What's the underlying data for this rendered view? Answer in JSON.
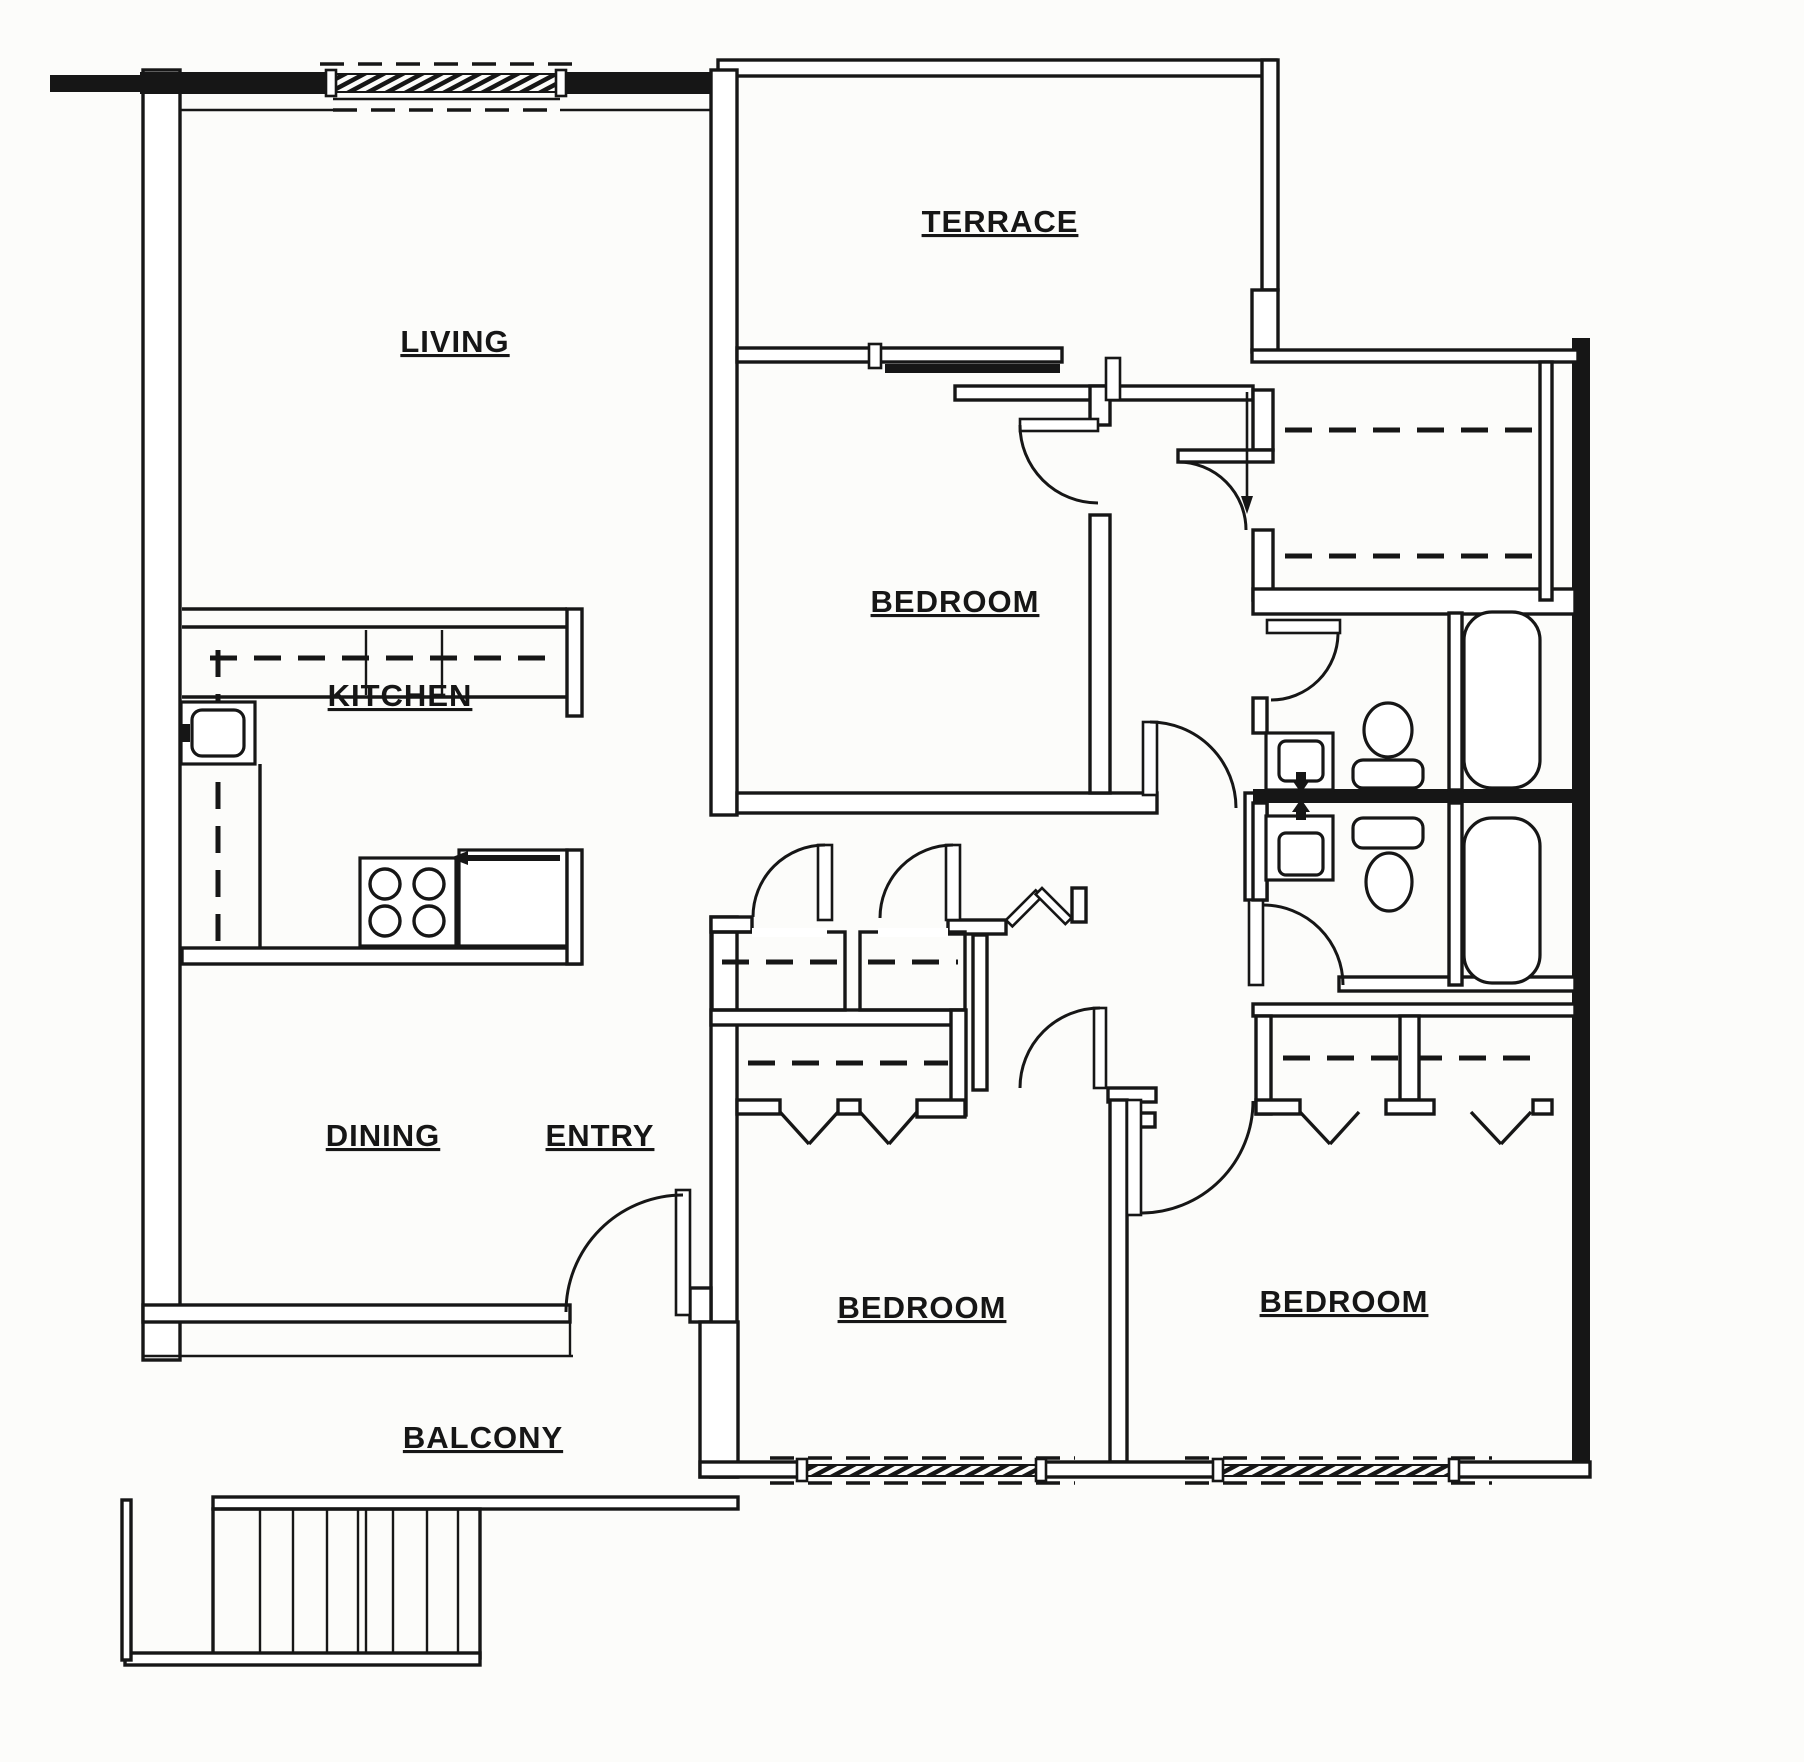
{
  "document": {
    "type": "architectural floor plan",
    "style": "black-and-white scanned line drawing of an apartment unit"
  },
  "colors": {
    "ink": "#161616",
    "paper": "#fcfcfa"
  },
  "rooms": {
    "living": {
      "label": "LIVING"
    },
    "terrace": {
      "label": "TERRACE"
    },
    "bedroom_top": {
      "label": "BEDROOM"
    },
    "kitchen": {
      "label": "KITCHEN"
    },
    "dining": {
      "label": "DINING"
    },
    "entry": {
      "label": "ENTRY"
    },
    "bedroom_bottom_left": {
      "label": "BEDROOM"
    },
    "bedroom_bottom_right": {
      "label": "BEDROOM"
    },
    "balcony": {
      "label": "BALCONY"
    }
  },
  "fixtures": [
    "kitchen-sink",
    "range-4-burner",
    "kitchen-counter",
    "upper-cabinet-dashed-line",
    "vanity-sink-bath-upper",
    "toilet-bath-upper",
    "bathtub-bath-upper",
    "vanity-sink-bath-lower",
    "toilet-bath-lower",
    "bathtub-bath-lower",
    "closet-rod-dashed",
    "bifold-closet-doors",
    "swing-doors",
    "sliding-glass-door",
    "windows",
    "exterior-staircase"
  ]
}
